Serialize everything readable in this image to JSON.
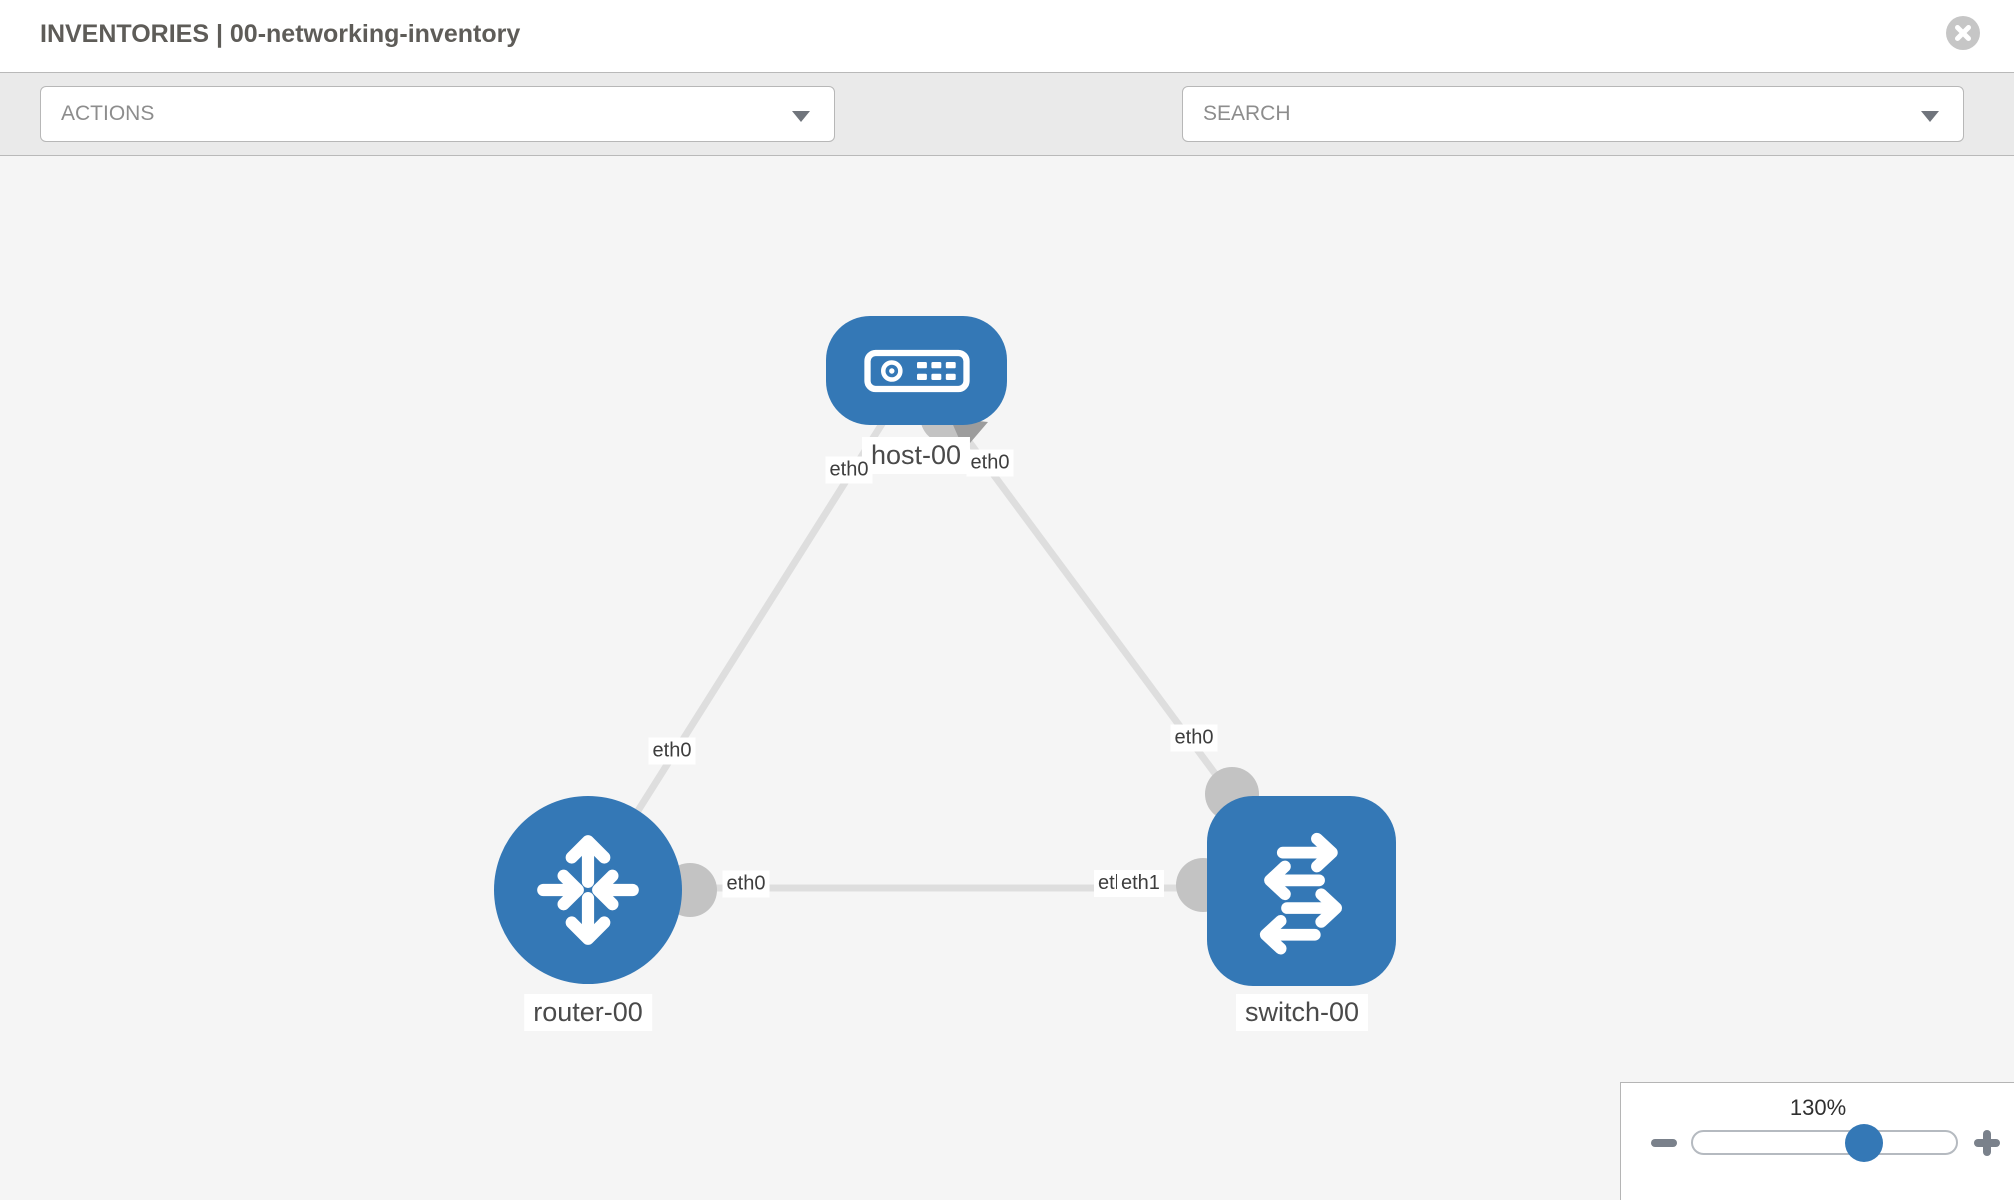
{
  "header": {
    "title": "INVENTORIES | 00-networking-inventory",
    "close_icon": "x-circle"
  },
  "toolbar": {
    "actions_label": "ACTIONS",
    "search_label": "SEARCH",
    "wrench_icon": "wrench",
    "key_icon": "key",
    "caret_icon": "caret-down"
  },
  "topology": {
    "nodes": [
      {
        "id": "host-00",
        "type": "host",
        "label": "host-00"
      },
      {
        "id": "router-00",
        "type": "router",
        "label": "router-00"
      },
      {
        "id": "switch-00",
        "type": "switch",
        "label": "switch-00"
      }
    ],
    "links": [
      {
        "from": "host-00",
        "to": "router-00",
        "from_interface": "eth0",
        "to_interface": "eth0"
      },
      {
        "from": "host-00",
        "to": "switch-00",
        "from_interface": "eth0",
        "to_interface": "eth0"
      },
      {
        "from": "router-00",
        "to": "switch-00",
        "from_interface": "eth0",
        "to_interface": "eth1"
      }
    ],
    "labels": {
      "host": "host-00",
      "router": "router-00",
      "switch": "switch-00",
      "host_if_left": "eth0",
      "host_if_right": "eth0",
      "router_if_to_host": "eth0",
      "router_if_to_switch": "eth0",
      "switch_if_to_host": "eth0",
      "switch_if_to_router_back": "eth1",
      "switch_if_to_router_front": "eth1"
    }
  },
  "zoom_control": {
    "level": "130%",
    "zoom_out_icon": "minus",
    "zoom_in_icon": "plus"
  },
  "colors": {
    "node_blue": "#3478b6",
    "link_gray": "#dedede",
    "interface_gray": "#c3c3c3",
    "toolbar_gray": "#eaeaea",
    "slider_thumb_blue": "#3478b6"
  }
}
